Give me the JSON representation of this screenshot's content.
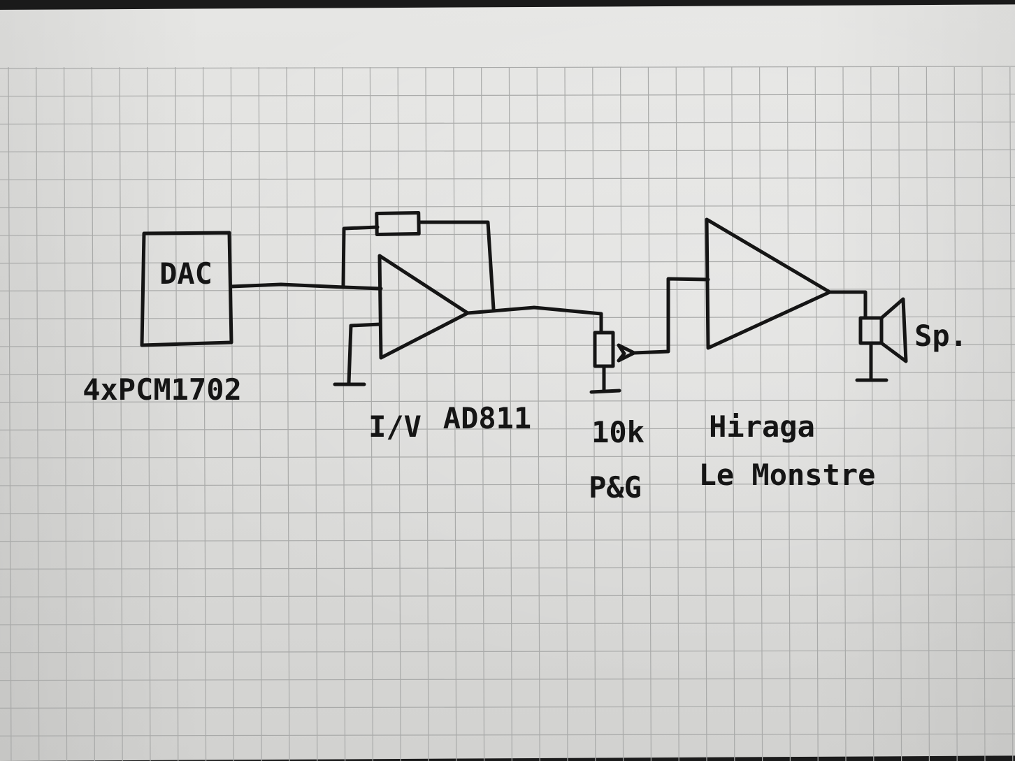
{
  "blocks": {
    "dac": {
      "label": "DAC",
      "caption": "4xPCM1702"
    },
    "iv_stage": {
      "caption_1": "I/V",
      "caption_2": "AD811"
    },
    "volume_pot": {
      "caption_1": "10k",
      "caption_2": "P&G"
    },
    "power_amp": {
      "caption_1": "Hiraga",
      "caption_2": "Le Monstre"
    },
    "speaker": {
      "caption": "Sp."
    }
  },
  "colors": {
    "paper": "#dededc",
    "grid": "#a9aaa9",
    "ink": "#151515"
  }
}
